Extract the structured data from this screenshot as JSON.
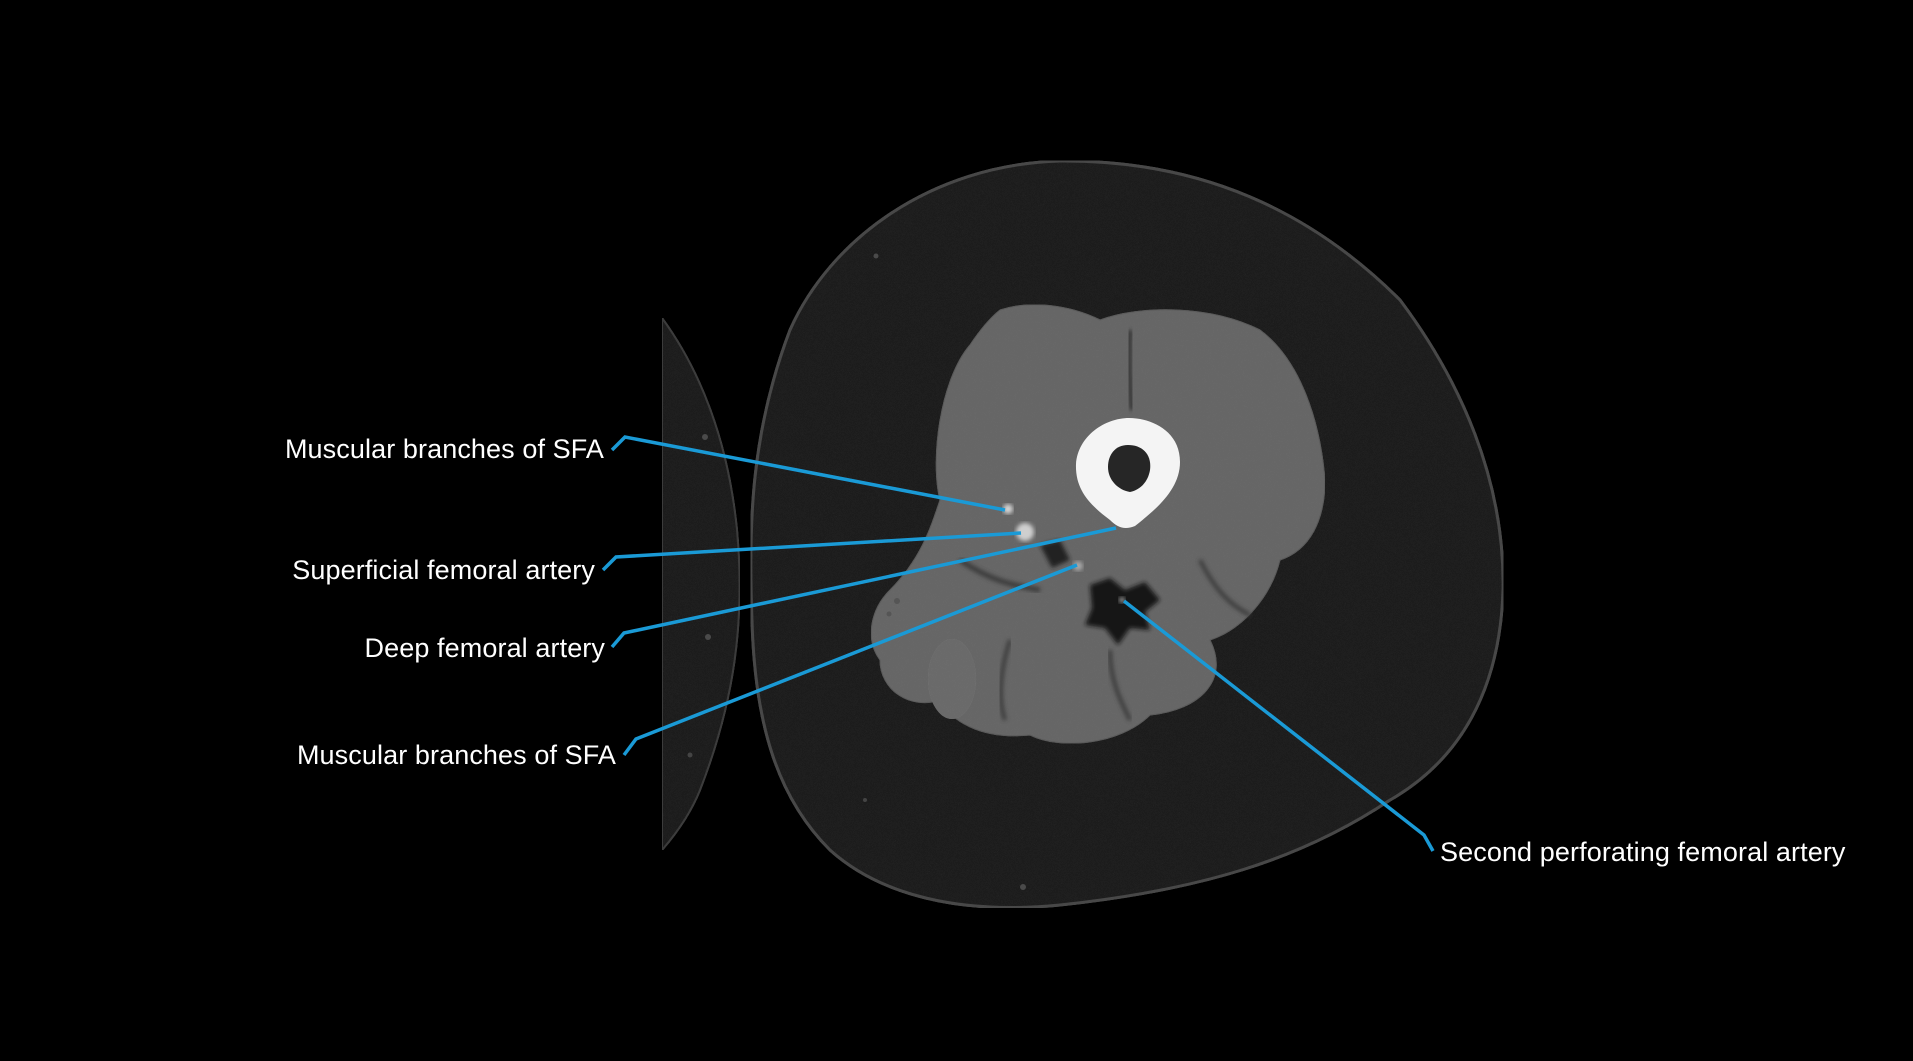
{
  "figure": {
    "type": "axial CT image of thigh with anatomical annotations",
    "background_color": "#000000",
    "leader_line_color": "#1a9ad6",
    "label_color": "#ffffff"
  },
  "annotations": [
    {
      "id": "muscular-branches-sfa-upper",
      "text": "Muscular branches of SFA",
      "side": "left"
    },
    {
      "id": "superficial-femoral-artery",
      "text": "Superficial femoral artery",
      "side": "left"
    },
    {
      "id": "deep-femoral-artery",
      "text": "Deep femoral artery",
      "side": "left"
    },
    {
      "id": "muscular-branches-sfa-lower",
      "text": "Muscular branches of SFA",
      "side": "left"
    },
    {
      "id": "second-perforating-femoral-artery",
      "text": "Second perforating femoral artery",
      "side": "right"
    }
  ]
}
